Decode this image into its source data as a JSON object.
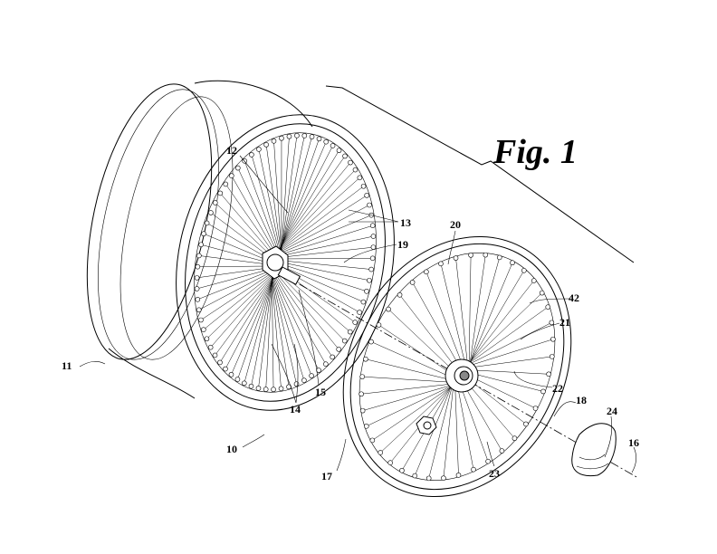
{
  "figure": {
    "title": "Fig. 1"
  },
  "labels": {
    "l10": "10",
    "l11": "11",
    "l12": "12",
    "l13": "13",
    "l14": "14",
    "l15": "15",
    "l16": "16",
    "l17": "17",
    "l18": "18",
    "l19": "19",
    "l20": "20",
    "l21": "21",
    "l22": "22",
    "l23": "23",
    "l24": "24",
    "l42": "42"
  }
}
